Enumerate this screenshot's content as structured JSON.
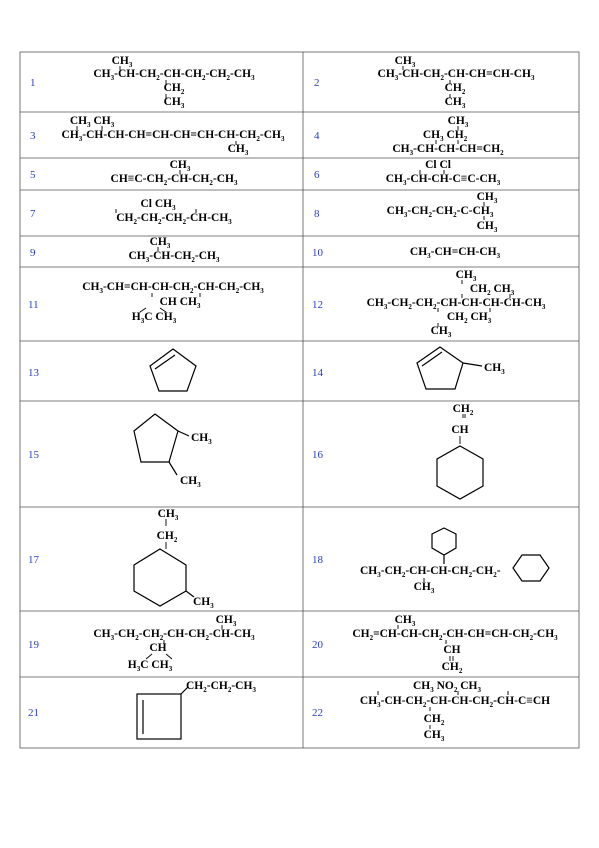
{
  "colors": {
    "number": "#2b3cc4",
    "border": "#555555",
    "ink": "#000000"
  },
  "items": [
    {
      "n": "1",
      "lines": [
        "CH3",
        "CH3-CH-CH2-CH-CH2-CH2-CH3",
        "CH2",
        "CH3"
      ]
    },
    {
      "n": "2",
      "lines": [
        "CH3",
        "CH3-CH-CH2-CH-CH=CH-CH3",
        "CH2",
        "CH3"
      ]
    },
    {
      "n": "3",
      "lines": [
        "CH3 CH3",
        "CH3-CH-CH-CH=CH-CH=CH-CH-CH2-CH3",
        "CH3"
      ]
    },
    {
      "n": "4",
      "lines": [
        "CH3",
        "CH3 CH2",
        "CH3-CH-CH-CH=CH2"
      ]
    },
    {
      "n": "5",
      "lines": [
        "CH3",
        "CH≡C-CH2-CH-CH2-CH3"
      ]
    },
    {
      "n": "6",
      "lines": [
        "Cl Cl",
        "CH3-CH-CH-C≡C-CH3"
      ]
    },
    {
      "n": "7",
      "lines": [
        "Cl CH3",
        "CH2-CH2-CH2-CH-CH3"
      ]
    },
    {
      "n": "8",
      "lines": [
        "CH3",
        "CH3-CH2-CH2-C-CH3",
        "CH3"
      ]
    },
    {
      "n": "9",
      "lines": [
        "CH3",
        "CH3-CH-CH2-CH3"
      ]
    },
    {
      "n": "10",
      "lines": [
        "CH3-CH=CH-CH3"
      ]
    },
    {
      "n": "11",
      "lines": [
        "CH3-CH=CH-CH-CH2-CH-CH2-CH3",
        "CH CH3",
        "H3C CH3"
      ]
    },
    {
      "n": "12",
      "lines": [
        "CH3",
        "CH2 CH3",
        "CH3-CH2-CH2-CH-CH-CH-CH-CH3",
        "CH2 CH3",
        "CH3"
      ]
    },
    {
      "n": "13",
      "lines": []
    },
    {
      "n": "14",
      "lines": [
        "CH3"
      ]
    },
    {
      "n": "15",
      "lines": [
        "CH3",
        "CH3"
      ]
    },
    {
      "n": "16",
      "lines": [
        "CH2",
        "CH"
      ]
    },
    {
      "n": "17",
      "lines": [
        "CH3",
        "CH2",
        "CH3"
      ]
    },
    {
      "n": "18",
      "lines": [
        "CH3-CH2-CH-CH-CH2-CH2-",
        "CH3"
      ]
    },
    {
      "n": "19",
      "lines": [
        "CH3",
        "CH3-CH2-CH2-CH-CH2-CH-CH3",
        "CH",
        "H3C CH3"
      ]
    },
    {
      "n": "20",
      "lines": [
        "CH3",
        "CH2=CH-CH-CH2-CH-CH=CH-CH2-CH3",
        "CH",
        "CH2"
      ]
    },
    {
      "n": "21",
      "lines": [
        "CH2-CH2-CH3"
      ]
    },
    {
      "n": "22",
      "lines": [
        "CH3 NO2 CH3",
        "CH3-CH-CH2-CH-CH-CH2-CH-C≡CH",
        "CH2",
        "CH3"
      ]
    }
  ]
}
